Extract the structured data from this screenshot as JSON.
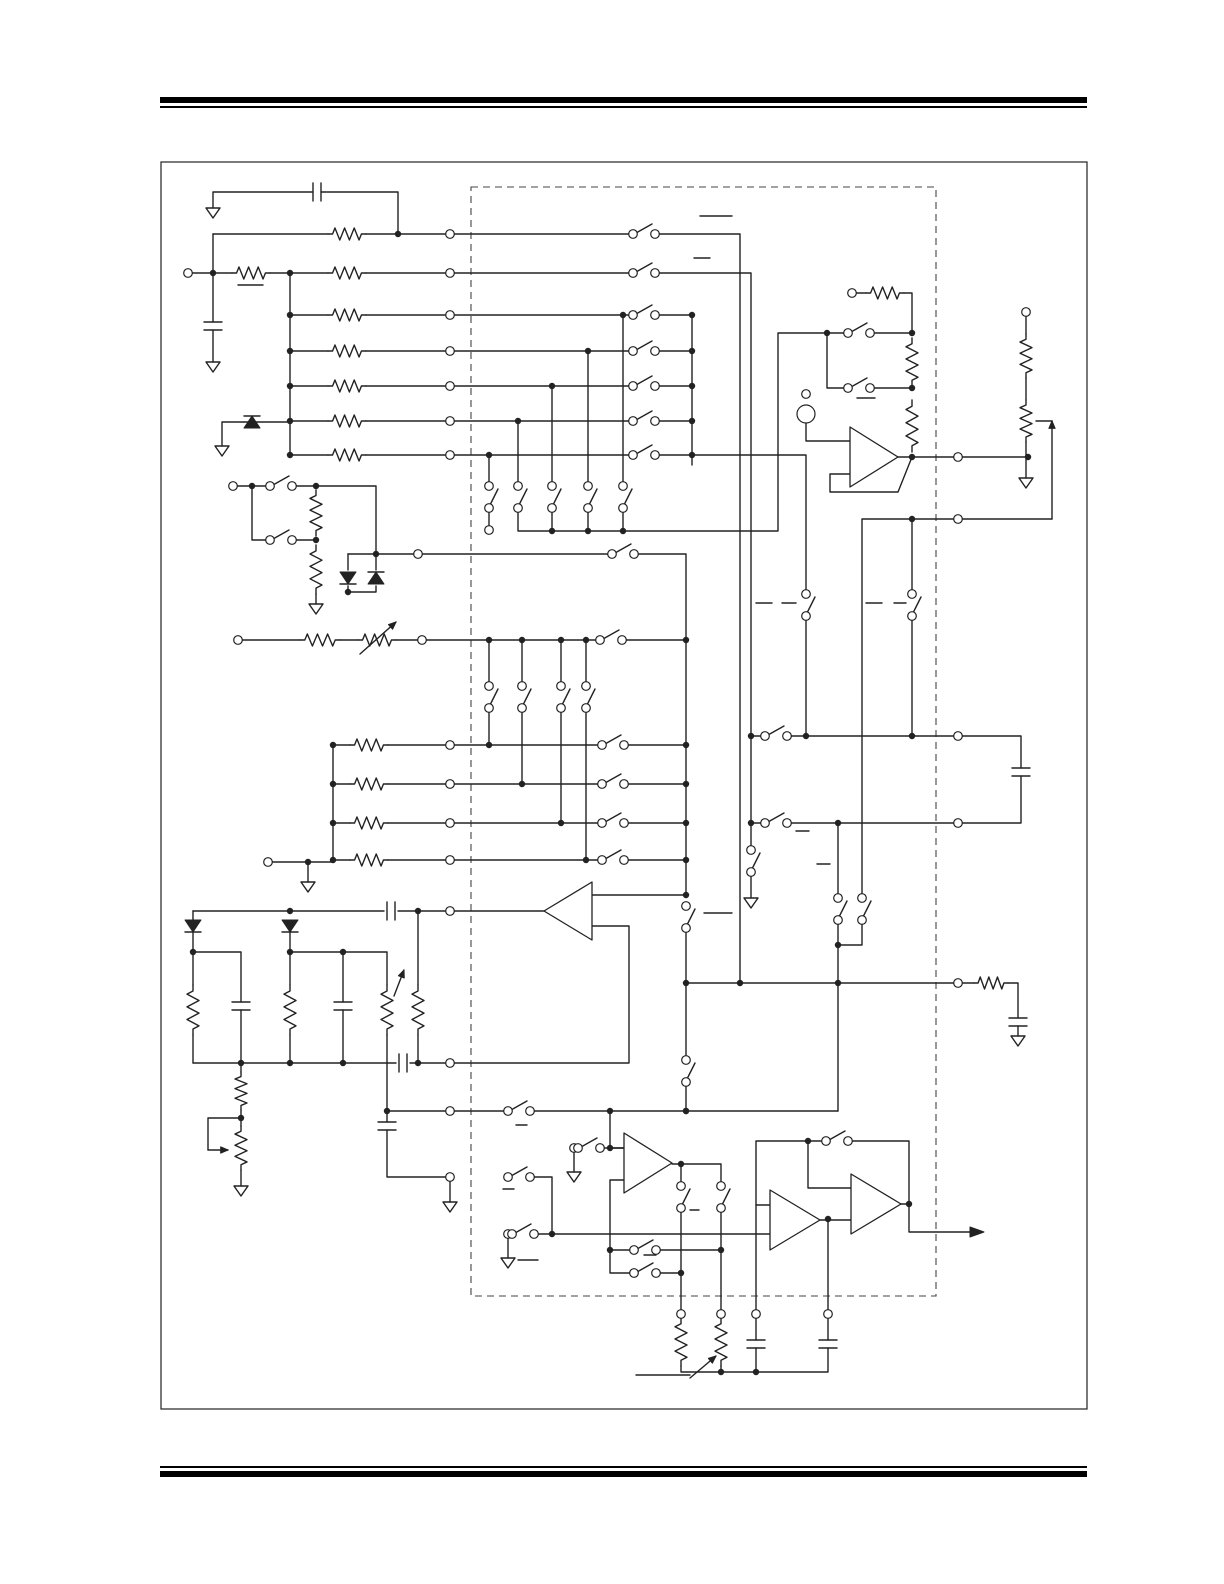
{
  "header": {},
  "figure": {
    "kind": "circuit-schematic",
    "component_types": [
      "resistor",
      "capacitor",
      "switch",
      "op-amp",
      "diode",
      "zener-diode",
      "potentiometer",
      "ground",
      "connection-pin",
      "junction"
    ],
    "text_labels": []
  },
  "footer": {}
}
